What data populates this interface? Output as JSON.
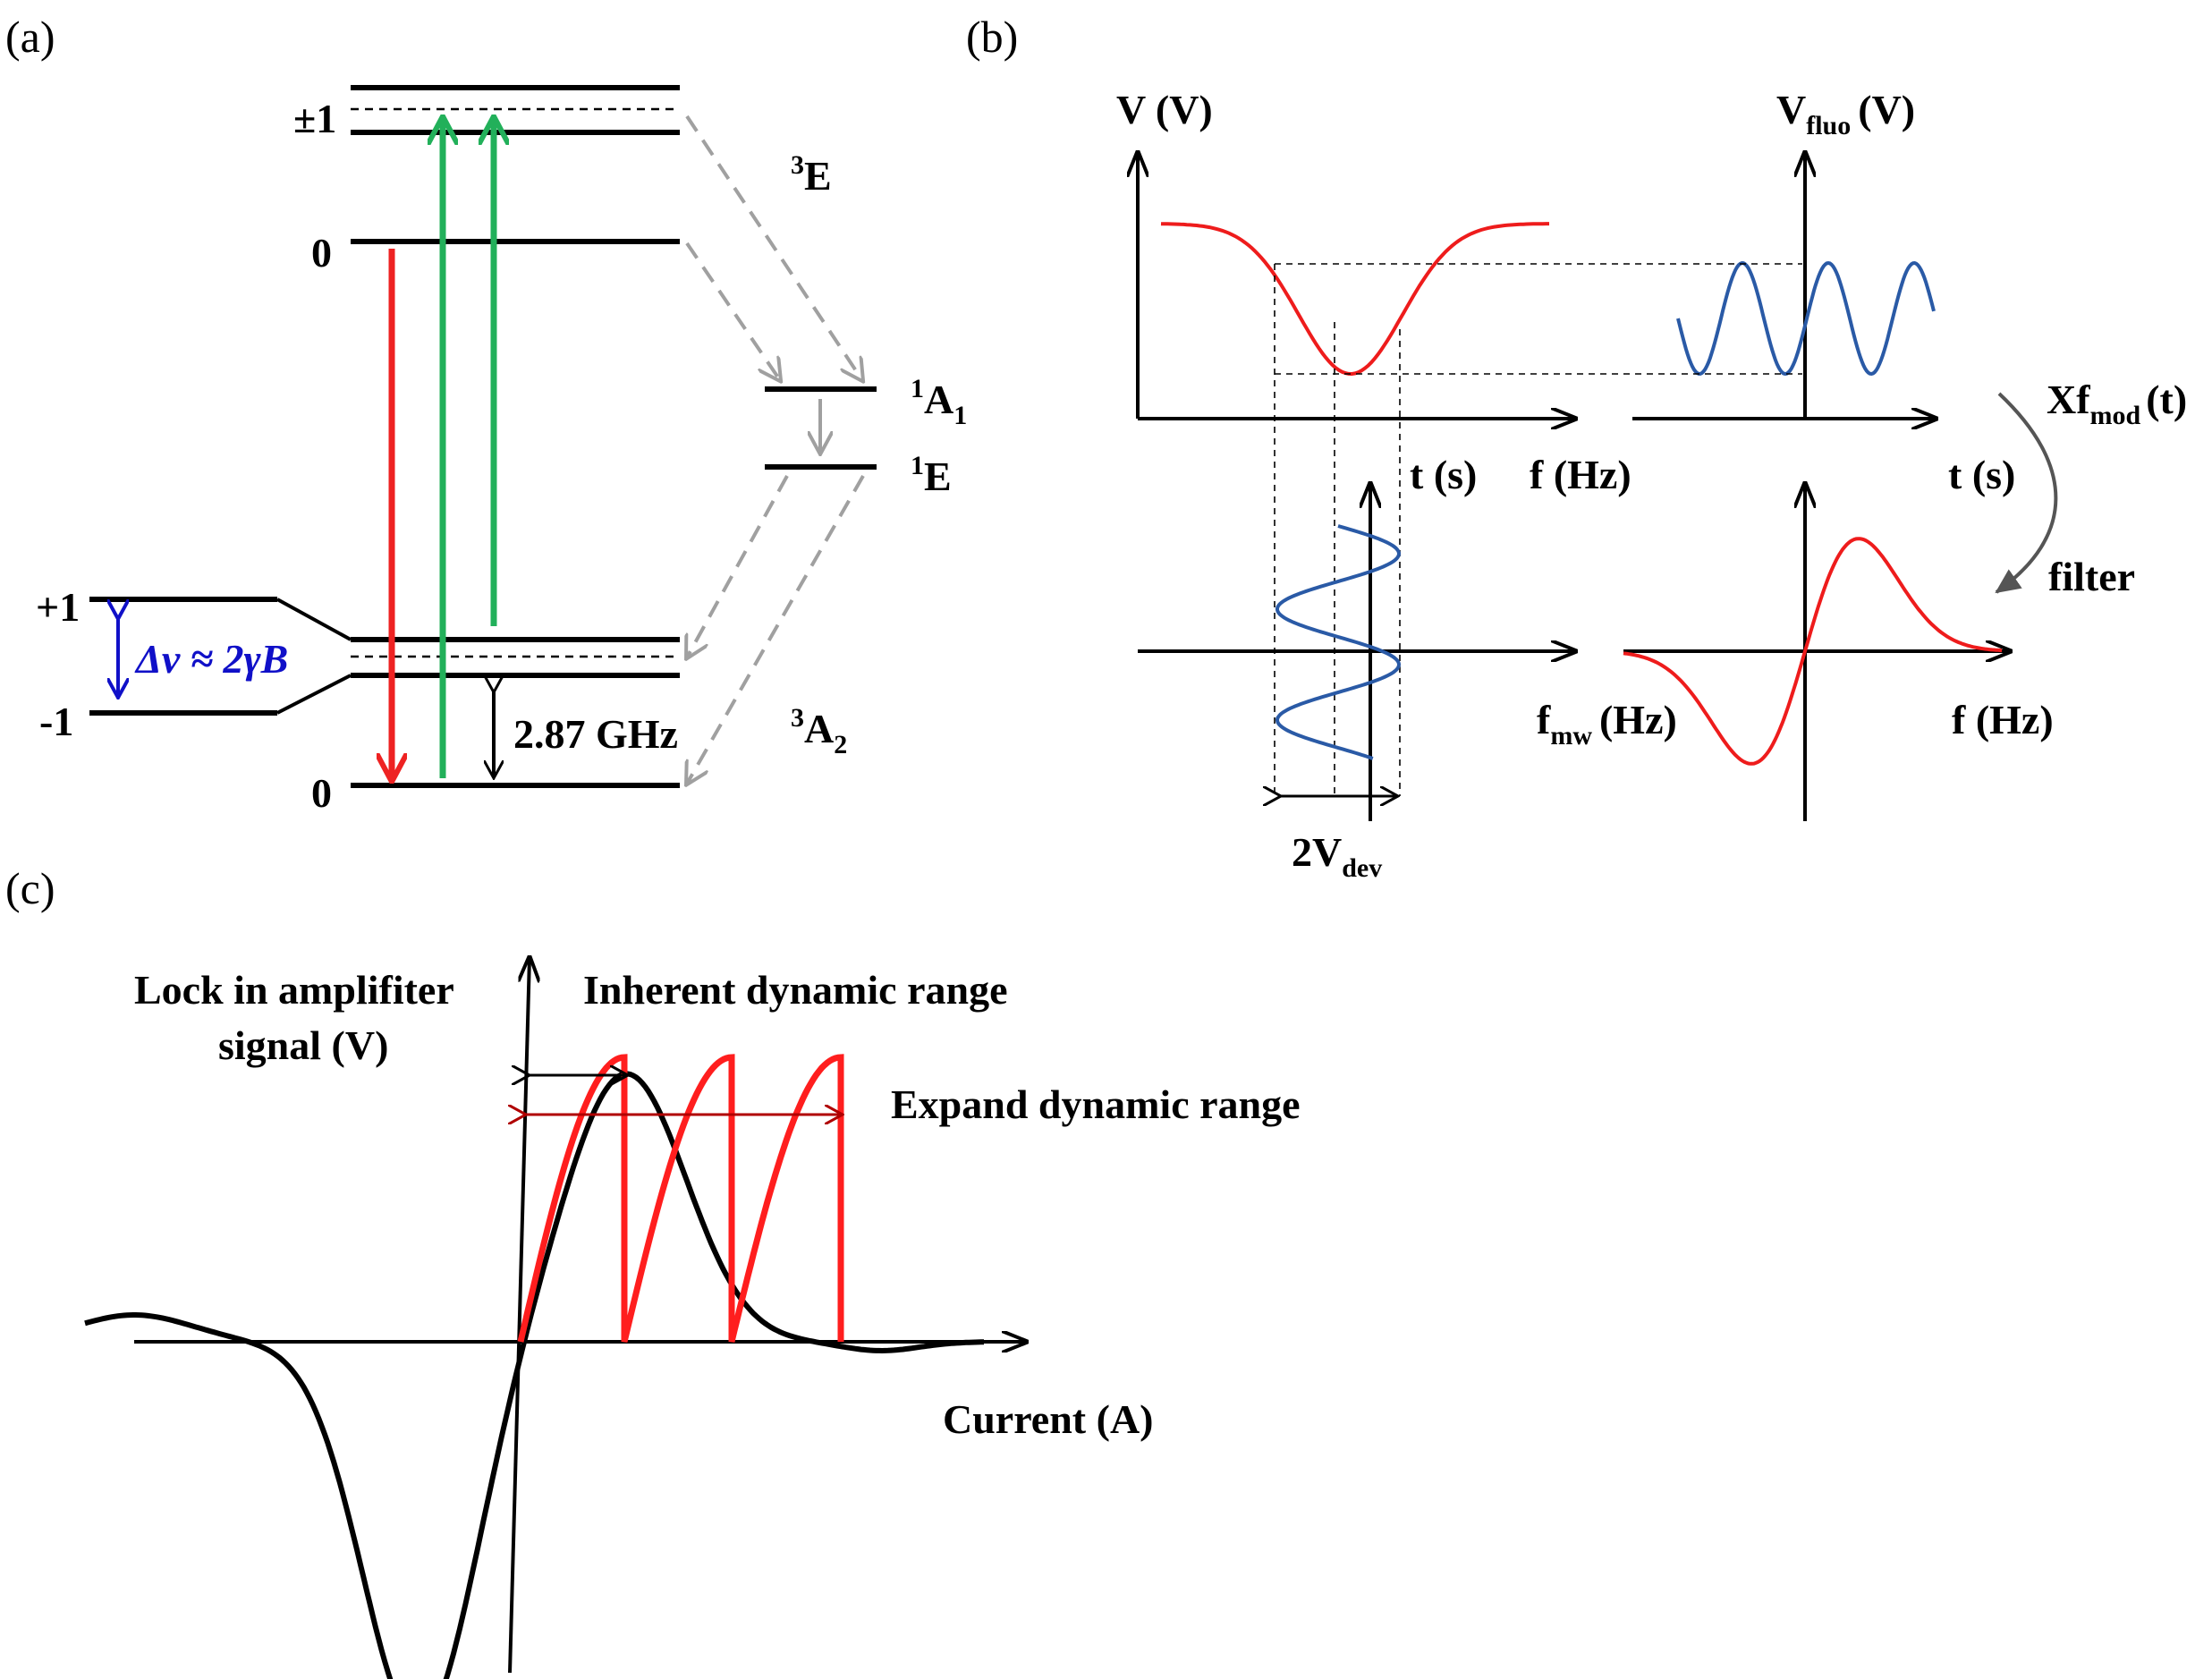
{
  "panels": {
    "a": {
      "label": "(a)",
      "levels": {
        "es_pm1": "±1",
        "es_0": "0",
        "gs_p1": "+1",
        "gs_m1": "-1",
        "gs_0": "0"
      },
      "states": {
        "excited": {
          "sup": "3",
          "main": "E",
          "sub": ""
        },
        "singlet_a1": {
          "sup": "1",
          "main": "A",
          "sub": "1"
        },
        "singlet_e": {
          "sup": "1",
          "main": "E",
          "sub": ""
        },
        "ground": {
          "sup": "3",
          "main": "A",
          "sub": "2"
        }
      },
      "zfs_label": "2.87 GHz",
      "zeeman_label": "Δν ≈ 2γB",
      "colors": {
        "red": "#ee2222",
        "green": "#22b05a",
        "blue": "#1010c8",
        "gray": "#a0a0a0"
      }
    },
    "b": {
      "label": "(b)",
      "top_left": {
        "y_label": "V (V)",
        "x_label": "t (s)"
      },
      "mid_label": "f (Hz)",
      "top_right": {
        "y_main": "V",
        "y_sub": "fluo",
        "y_unit": "(V)",
        "x_label": "t (s)"
      },
      "output": {
        "main": "Xf",
        "sub": "mod",
        "unit": "(t)"
      },
      "filter_label": "filter",
      "bottom_left": {
        "x_main": "f",
        "x_sub": "mw",
        "x_unit": "(Hz)"
      },
      "bottom_right": {
        "x_label": "f (Hz)"
      },
      "deviation": {
        "main": "2V",
        "sub": "dev"
      },
      "colors": {
        "red": "#ee1c1c",
        "blue": "#2a5aa6"
      }
    },
    "c": {
      "label": "(c)",
      "y_label_line1": "Lock in amplifiter",
      "y_label_line2": "signal (V)",
      "x_label": "Current (A)",
      "inherent_label": "Inherent dynamic range",
      "expand_label": "Expand dynamic range",
      "colors": {
        "black": "#000000",
        "red": "#ff1e1e",
        "dark_red": "#b00000"
      }
    }
  }
}
